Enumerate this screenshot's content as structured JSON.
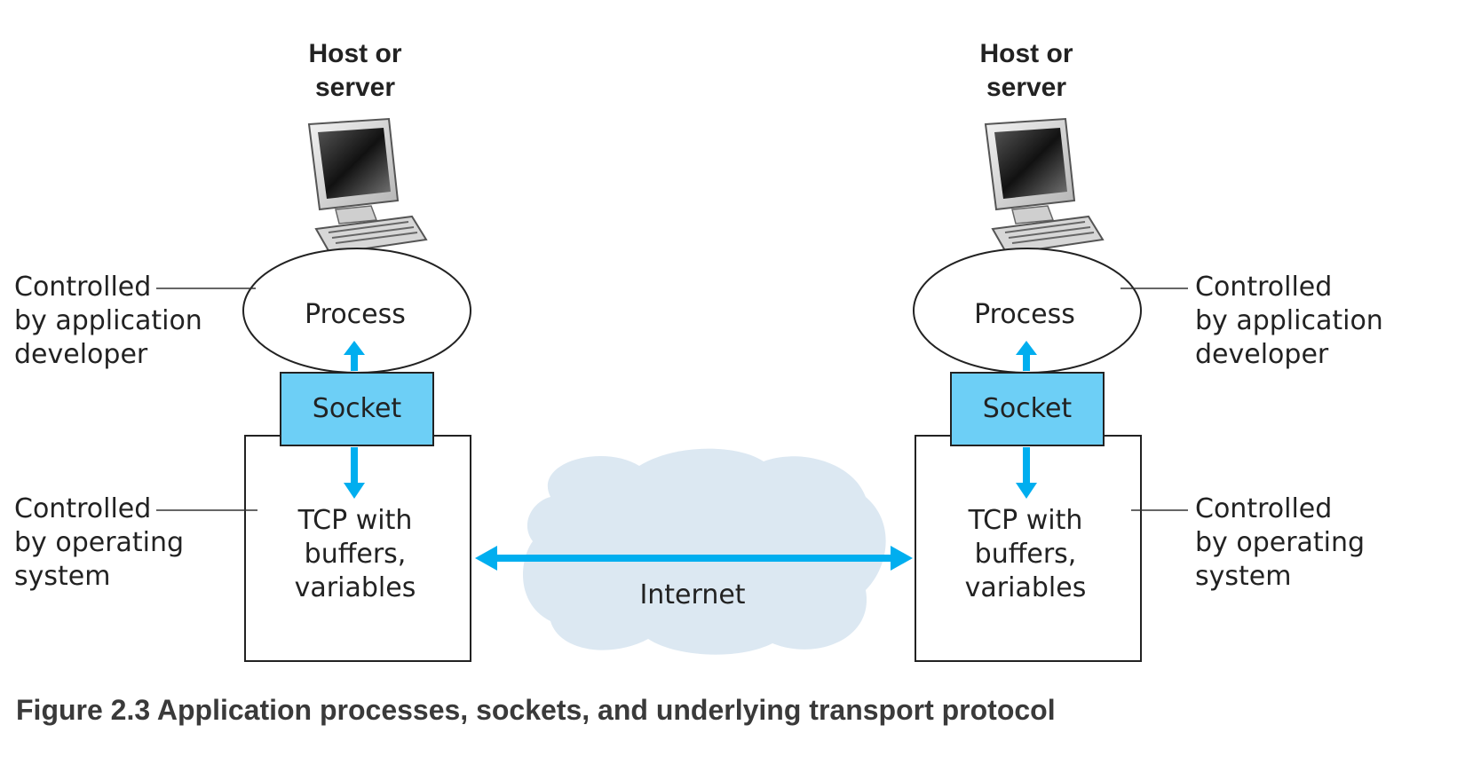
{
  "left_host": {
    "title": "Host or\nserver",
    "process_label": "Process",
    "socket_label": "Socket",
    "tcp_label": "TCP with\nbuffers,\nvariables",
    "dev_annotation": "Controlled\nby application\ndeveloper",
    "os_annotation": "Controlled\nby operating\nsystem"
  },
  "right_host": {
    "title": "Host or\nserver",
    "process_label": "Process",
    "socket_label": "Socket",
    "tcp_label": "TCP with\nbuffers,\nvariables",
    "dev_annotation": "Controlled\nby application\ndeveloper",
    "os_annotation": "Controlled\nby operating\nsystem"
  },
  "network": {
    "label": "Internet"
  },
  "caption": "Figure 2.3 Application processes, sockets, and underlying transport protocol",
  "colors": {
    "socket_fill": "#6dcff6",
    "arrow": "#00aeef",
    "cloud": "#dce8f2",
    "outline": "#222222"
  },
  "icons": [
    "computer-icon"
  ]
}
